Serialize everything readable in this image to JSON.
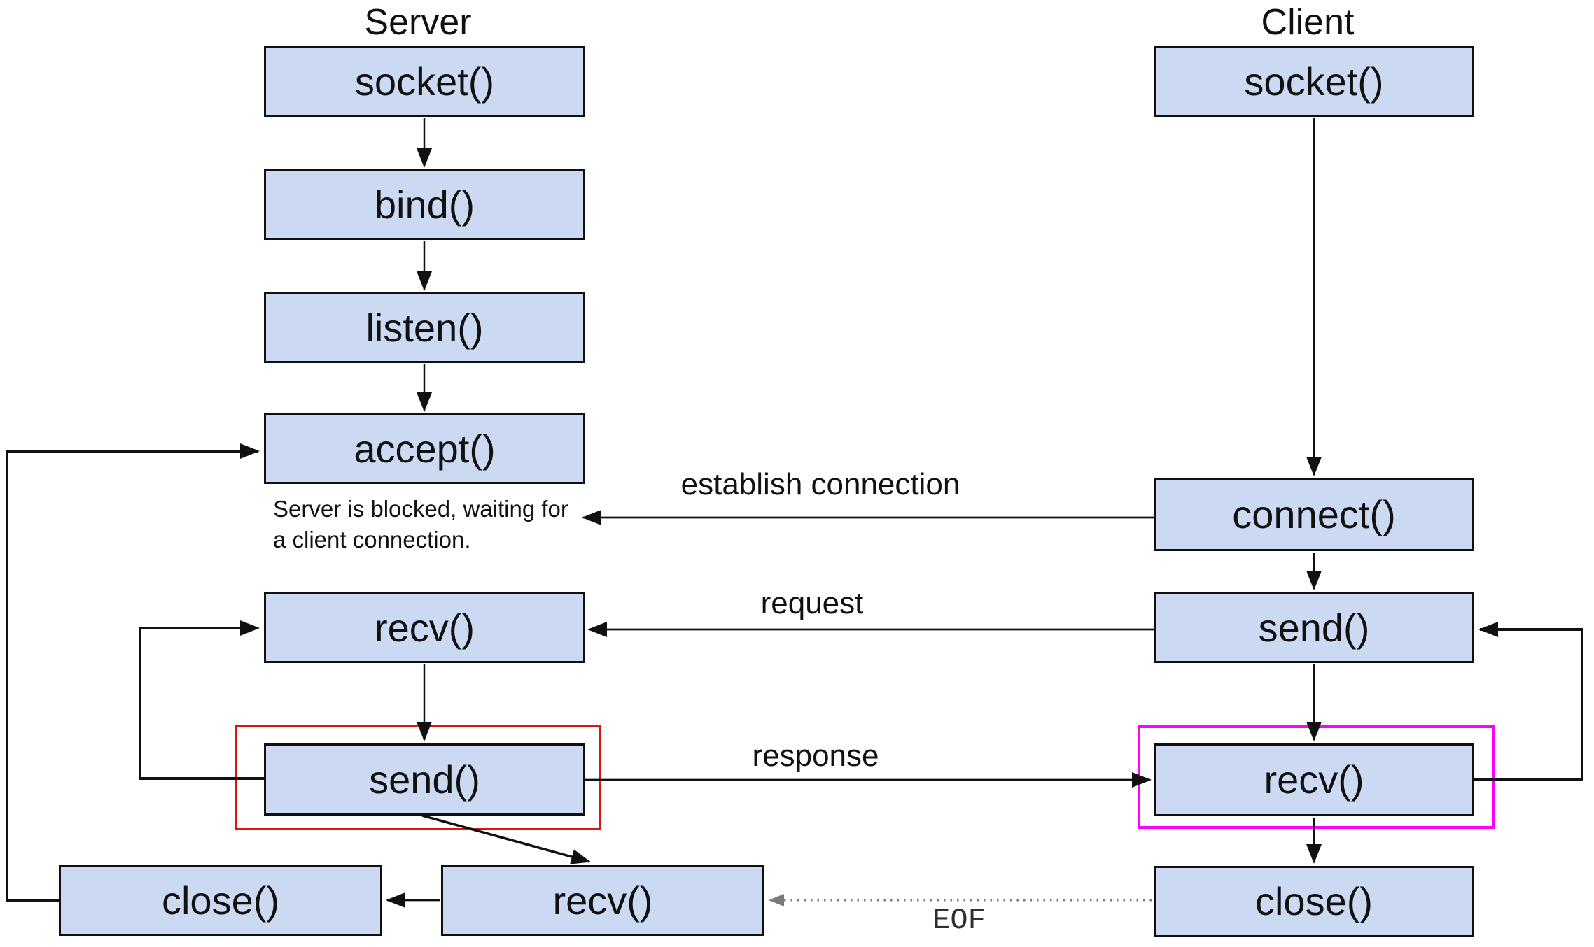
{
  "colors": {
    "box-fill": "#ccd9f2",
    "box-border": "#101010",
    "arrow-color": "#111111",
    "red-outline": "#e01212",
    "magenta-outline": "#ff00ff",
    "eof-color": "#7a7a7a",
    "text-color": "#111111"
  },
  "server": {
    "title": "Server",
    "socket": "socket()",
    "bind": "bind()",
    "listen": "listen()",
    "accept": "accept()",
    "recv": "recv()",
    "send": "send()",
    "close": "close()",
    "recv_eof": "recv()",
    "note_line1": "Server is blocked, waiting for",
    "note_line2": "a client connection."
  },
  "client": {
    "title": "Client",
    "socket": "socket()",
    "connect": "connect()",
    "send": "send()",
    "recv": "recv()",
    "close": "close()"
  },
  "arrow_labels": {
    "establish_connection": "establish connection",
    "request": "request",
    "response": "response",
    "eof": "EOF"
  }
}
